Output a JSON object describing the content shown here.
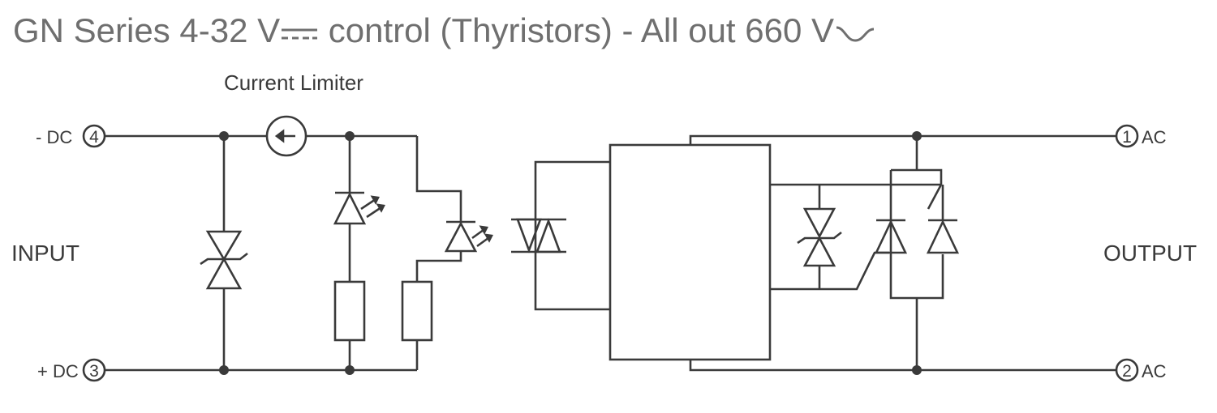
{
  "title": {
    "before_dc": "GN Series 4-32 V",
    "dc_symbol": "dc-symbol-icon",
    "middle": " control (Thyristors) - All out 660 V",
    "ac_symbol": "ac-symbol-icon"
  },
  "labels": {
    "current_limiter": "Current Limiter",
    "input": "INPUT",
    "output": "OUTPUT"
  },
  "terminals": {
    "neg_dc": {
      "text": "- DC",
      "number": "4"
    },
    "pos_dc": {
      "text": "+ DC",
      "number": "3"
    },
    "ac1": {
      "text": "AC",
      "number": "1"
    },
    "ac2": {
      "text": "AC",
      "number": "2"
    }
  },
  "colors": {
    "line": "#3a3a3a",
    "title": "#6f6f6f"
  }
}
